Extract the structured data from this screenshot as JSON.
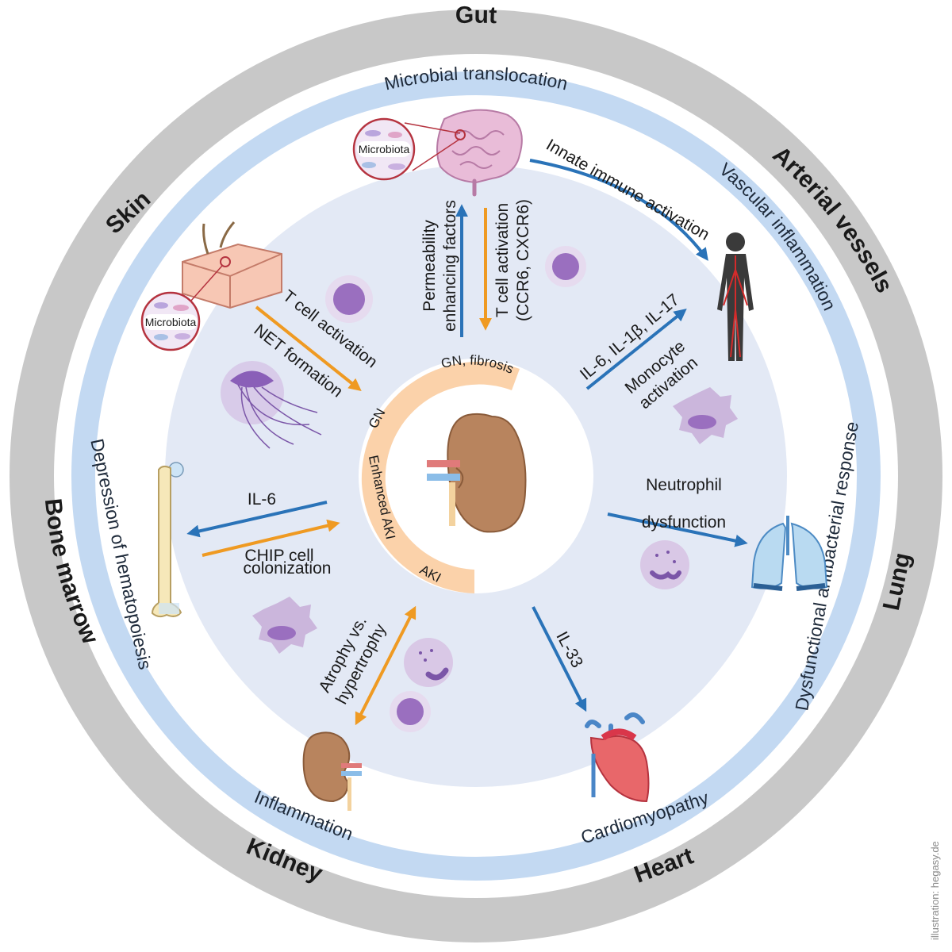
{
  "organs": {
    "gut": "Gut",
    "arterial_vessels": "Arterial vessels",
    "lung": "Lung",
    "heart": "Heart",
    "kidney": "Kidney",
    "bone_marrow": "Bone marrow",
    "skin": "Skin"
  },
  "ring_effects": {
    "microbial_translocation": "Microbial translocation",
    "vascular_inflammation": "Vascular inflammation",
    "dysfunctional_antibacterial_response": "Dysfunctional antibacterial response",
    "cardiomyopathy": "Cardiomyopathy",
    "inflammation": "Inflammation",
    "depression_of_hematopoiesis": "Depression of hematopoiesis"
  },
  "pathways": {
    "innate_immune_activation": "Innate immune activation",
    "permeability_line1": "Permeability",
    "permeability_line2": "enhancing factors",
    "tcell_ccr6_line1": "T cell activation",
    "tcell_ccr6_line2": "(CCR6, CXCR6)",
    "il_line": "IL-6, IL-1β, IL-17",
    "monocyte_line1": "Monocyte",
    "monocyte_line2": "activation",
    "neutrophil_line1": "Neutrophil",
    "neutrophil_line2": "dysfunction",
    "il33": "IL-33",
    "atrophy_line1": "Atrophy vs.",
    "atrophy_line2": "hypertrophy",
    "il6": "IL-6",
    "chip_line1": "CHIP cell",
    "chip_line2": "colonization",
    "tcell_activation": "T cell activation",
    "net_formation": "NET formation"
  },
  "inner_arc": {
    "gn_fibrosis": "GN, fibrosis",
    "gn": "GN",
    "enhanced_aki": "Enhanced AKI",
    "aki": "AKI"
  },
  "microbiota_label": "Microbiota",
  "credit": "illustration: hegasy.de",
  "colors": {
    "outer_ring": "#c8c8c8",
    "blue_ring": "#c3d9f2",
    "inner_disc": "#e3e9f5",
    "center_disc": "#ffffff",
    "peach_arc": "#fbd2aa",
    "blue_arrow": "#2a73b8",
    "orange_arrow": "#ef9a22",
    "cell_fill": "#cbb6dc",
    "cell_nucleus": "#9a6fbf",
    "kidney": "#b8845e"
  },
  "icons": [
    "gut-icon",
    "human-body-icon",
    "lung-icon",
    "heart-icon",
    "kidney-icon",
    "femur-bone-icon",
    "skin-icon",
    "jellyfish-net-icon",
    "microbiota-icon",
    "cell-icon"
  ]
}
